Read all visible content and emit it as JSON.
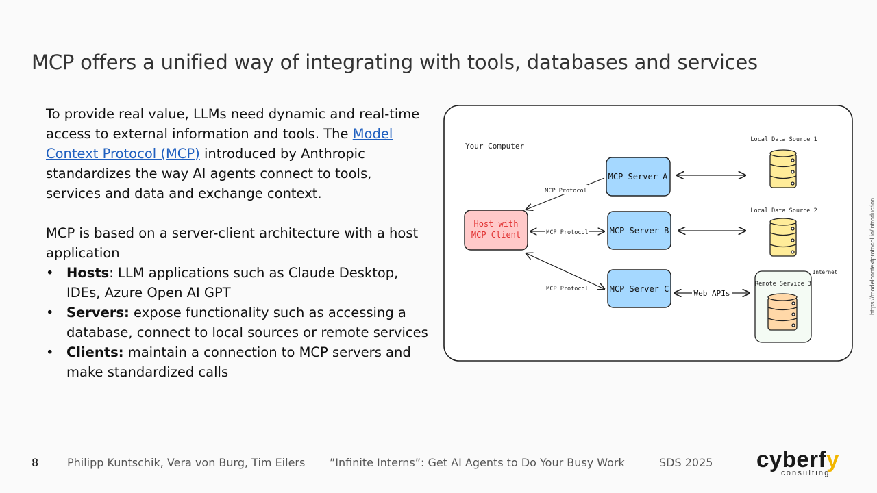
{
  "title": "MCP offers a unified way of integrating with tools, databases and services",
  "intro": {
    "before_link": "To provide real value, LLMs need dynamic and real-time access to external information and tools. The ",
    "link_text": "Model Context Protocol (MCP)",
    "after_link": " introduced by Anthropic standardizes the way AI agents connect to tools, services and data and exchange context."
  },
  "architecture_intro": "MCP is based on a server-client architecture with a host application",
  "bullets": [
    {
      "term": "Hosts",
      "sep": ":",
      "text": " LLM applications such as Claude Desktop, IDEs, Azure Open AI GPT"
    },
    {
      "term": "Servers:",
      "sep": "",
      "text": " expose functionality such as accessing a database, connect to local sources or remote services"
    },
    {
      "term": "Clients:",
      "sep": "",
      "text": " maintain a connection to MCP servers and make standardized calls"
    }
  ],
  "diagram": {
    "your_computer": "Your Computer",
    "host": [
      "Host with",
      "MCP Client"
    ],
    "protocol_label": "MCP Protocol",
    "server_a": "MCP Server A",
    "server_b": "MCP Server B",
    "server_c": "MCP Server C",
    "local_source_1": "Local Data Source 1",
    "local_source_2": "Local Data Source 2",
    "internet": "Internet",
    "remote_service": "Remote Service 3",
    "web_apis": "Web APIs",
    "colors": {
      "host_fill": "#ffc9c9",
      "host_text": "#e03131",
      "server_fill": "#a5d8ff",
      "db_fill": "#ffec99",
      "remote_db_fill": "#ffd8a8"
    }
  },
  "source_note": "https://modelcontextprotocol.io/introduction",
  "footer": {
    "page": "8",
    "authors": "Philipp Kuntschik, Vera von Burg, Tim Eilers",
    "talk": "”Infinite Interns”: Get AI Agents to Do Your Busy Work",
    "event": "SDS 2025"
  },
  "logo": {
    "word_main": "cyberf",
    "word_y": "y",
    "sub": "consulting"
  }
}
